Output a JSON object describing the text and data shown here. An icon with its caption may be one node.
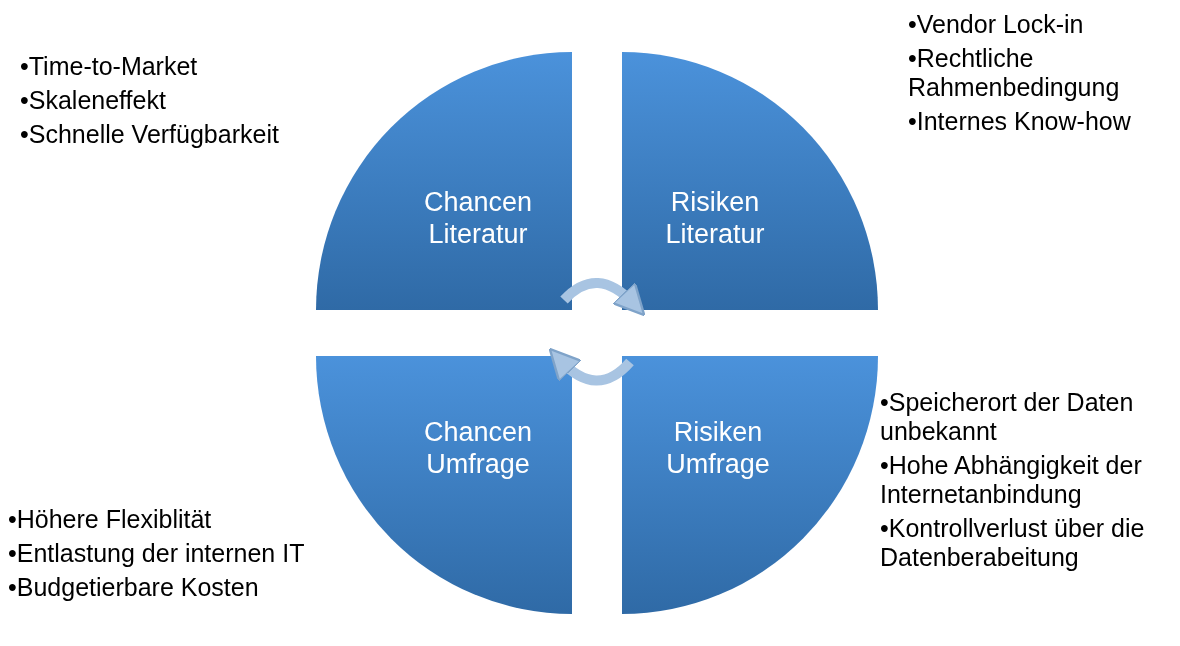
{
  "diagram": {
    "nodes": [
      {
        "text": [
          "Chancen Literatur"
        ],
        "beside": [
          "•Time-to-Market",
          "•Skaleneffekt",
          "•Schnelle Verfügbarkeit"
        ]
      },
      {
        "text": [
          "Risiken Literatur"
        ],
        "beside": [
          "•Vendor Lock-in",
          "•Rechtliche Rahmenbedingung",
          "•Internes Know-how"
        ]
      },
      {
        "text": [
          "Chancen Umfrage"
        ],
        "beside": [
          "•Höhere Flexiblität",
          "•Entlastung der internen IT",
          "•Budgetierbare Kosten"
        ]
      },
      {
        "text": [
          "Risiken Umfrage"
        ],
        "beside": [
          "•Speicherort der Daten unbekannt",
          "•Hohe Abhängigkeit der Internetanbindung",
          "•Kontrollverlust über die Datenberabeitung"
        ]
      }
    ],
    "edges": [
      {
        "from": 0,
        "to": 1,
        "arrow": "to"
      },
      {
        "from": 3,
        "to": 2,
        "arrow": "to"
      }
    ]
  }
}
